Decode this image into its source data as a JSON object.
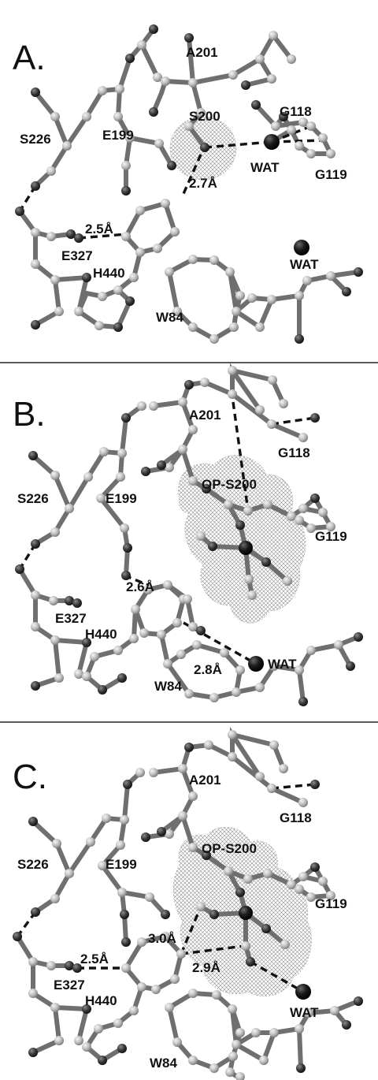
{
  "colors": {
    "bond": "#6f6f6f",
    "atom_carbon": "#c4c4c4",
    "atom_hetero": "#3a3a3a",
    "water": "#161616",
    "hbond": "#111111",
    "mesh": "#8a8a8a",
    "divider": "#222222"
  },
  "panels": [
    {
      "id": "A",
      "label": "A.",
      "residues": [
        "A201",
        "S200",
        "G118",
        "S226",
        "E199",
        "WAT",
        "G119",
        "2.7Å",
        "2.5Å",
        "E327",
        "WAT",
        "H440",
        "W84"
      ],
      "waters": 2,
      "mesh_surface": "small sphere around S200"
    },
    {
      "id": "B",
      "label": "B.",
      "residues": [
        "A201",
        "G118",
        "OP-S200",
        "S226",
        "E199",
        "G119",
        "2.6Å",
        "E327",
        "H440",
        "2.8Å",
        "WAT",
        "W84"
      ],
      "waters": 1,
      "mesh_surface": "large surface around OP-S200"
    },
    {
      "id": "C",
      "label": "C.",
      "residues": [
        "A201",
        "G118",
        "OP-S200",
        "S226",
        "E199",
        "G119",
        "3.0Å",
        "2.5Å",
        "2.9Å",
        "E327",
        "WAT",
        "H440",
        "W84"
      ],
      "waters": 1,
      "mesh_surface": "surface around OP-S200"
    }
  ]
}
